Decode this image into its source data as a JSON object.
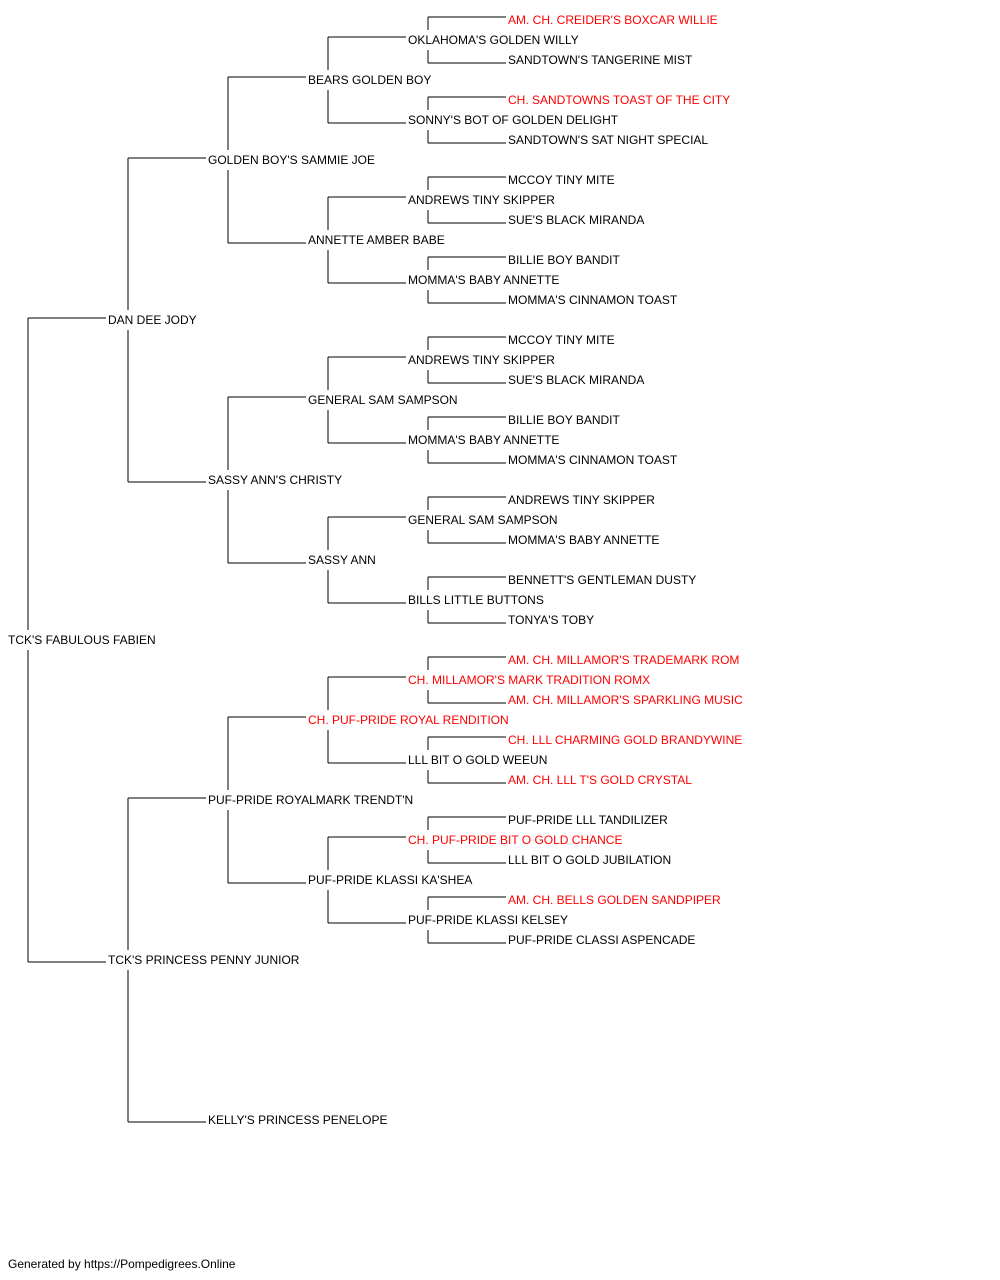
{
  "colors": {
    "champion": "#ff0000",
    "normal": "#000000",
    "line": "#000000"
  },
  "pedigree": {
    "name": "TCK'S FABULOUS FABIEN",
    "sire": {
      "name": "DAN DEE JODY",
      "sire": {
        "name": "GOLDEN BOY'S SAMMIE JOE",
        "sire": {
          "name": "BEARS GOLDEN BOY",
          "sire": {
            "name": "OKLAHOMA'S GOLDEN WILLY",
            "sire": {
              "name": "AM. CH. CREIDER'S BOXCAR WILLIE",
              "champion": true
            },
            "dam": {
              "name": "SANDTOWN'S TANGERINE MIST"
            }
          },
          "dam": {
            "name": "SONNY'S BOT OF GOLDEN DELIGHT",
            "sire": {
              "name": "CH. SANDTOWNS TOAST OF THE CITY",
              "champion": true
            },
            "dam": {
              "name": "SANDTOWN'S SAT NIGHT SPECIAL"
            }
          }
        },
        "dam": {
          "name": "ANNETTE AMBER BABE",
          "sire": {
            "name": "ANDREWS TINY SKIPPER",
            "sire": {
              "name": "MCCOY TINY MITE"
            },
            "dam": {
              "name": "SUE'S BLACK MIRANDA"
            }
          },
          "dam": {
            "name": "MOMMA'S BABY ANNETTE",
            "sire": {
              "name": "BILLIE BOY BANDIT"
            },
            "dam": {
              "name": "MOMMA'S CINNAMON TOAST"
            }
          }
        }
      },
      "dam": {
        "name": "SASSY ANN'S CHRISTY",
        "sire": {
          "name": "GENERAL SAM SAMPSON",
          "sire": {
            "name": "ANDREWS TINY SKIPPER",
            "sire": {
              "name": "MCCOY TINY MITE"
            },
            "dam": {
              "name": "SUE'S BLACK MIRANDA"
            }
          },
          "dam": {
            "name": "MOMMA'S BABY ANNETTE",
            "sire": {
              "name": "BILLIE BOY BANDIT"
            },
            "dam": {
              "name": "MOMMA'S CINNAMON TOAST"
            }
          }
        },
        "dam": {
          "name": "SASSY ANN",
          "sire": {
            "name": "GENERAL SAM SAMPSON",
            "sire": {
              "name": "ANDREWS TINY SKIPPER"
            },
            "dam": {
              "name": "MOMMA'S BABY ANNETTE"
            }
          },
          "dam": {
            "name": "BILLS LITTLE BUTTONS",
            "sire": {
              "name": "BENNETT'S GENTLEMAN DUSTY"
            },
            "dam": {
              "name": "TONYA'S TOBY"
            }
          }
        }
      }
    },
    "dam": {
      "name": "TCK'S PRINCESS PENNY JUNIOR",
      "sire": {
        "name": "PUF-PRIDE ROYALMARK TRENDT'N",
        "sire": {
          "name": "CH. PUF-PRIDE ROYAL RENDITION",
          "champion": true,
          "sire": {
            "name": "CH. MILLAMOR'S MARK TRADITION ROMX",
            "champion": true,
            "sire": {
              "name": "AM. CH. MILLAMOR'S TRADEMARK ROM",
              "champion": true
            },
            "dam": {
              "name": "AM. CH. MILLAMOR'S SPARKLING MUSIC",
              "champion": true
            }
          },
          "dam": {
            "name": "LLL BIT O GOLD WEEUN",
            "sire": {
              "name": "CH. LLL CHARMING GOLD BRANDYWINE",
              "champion": true
            },
            "dam": {
              "name": "AM. CH. LLL T'S GOLD CRYSTAL",
              "champion": true
            }
          }
        },
        "dam": {
          "name": "PUF-PRIDE KLASSI KA'SHEA",
          "sire": {
            "name": "CH. PUF-PRIDE BIT O GOLD CHANCE",
            "champion": true,
            "sire": {
              "name": "PUF-PRIDE LLL TANDILIZER"
            },
            "dam": {
              "name": "LLL BIT O GOLD JUBILATION"
            }
          },
          "dam": {
            "name": "PUF-PRIDE KLASSI KELSEY",
            "sire": {
              "name": "AM. CH. BELLS GOLDEN SANDPIPER",
              "champion": true
            },
            "dam": {
              "name": "PUF-PRIDE CLASSI ASPENCADE"
            }
          }
        }
      },
      "dam": {
        "name": "KELLY'S PRINCESS PENELOPE"
      }
    }
  },
  "footer": "Generated by https://Pompedigrees.Online"
}
